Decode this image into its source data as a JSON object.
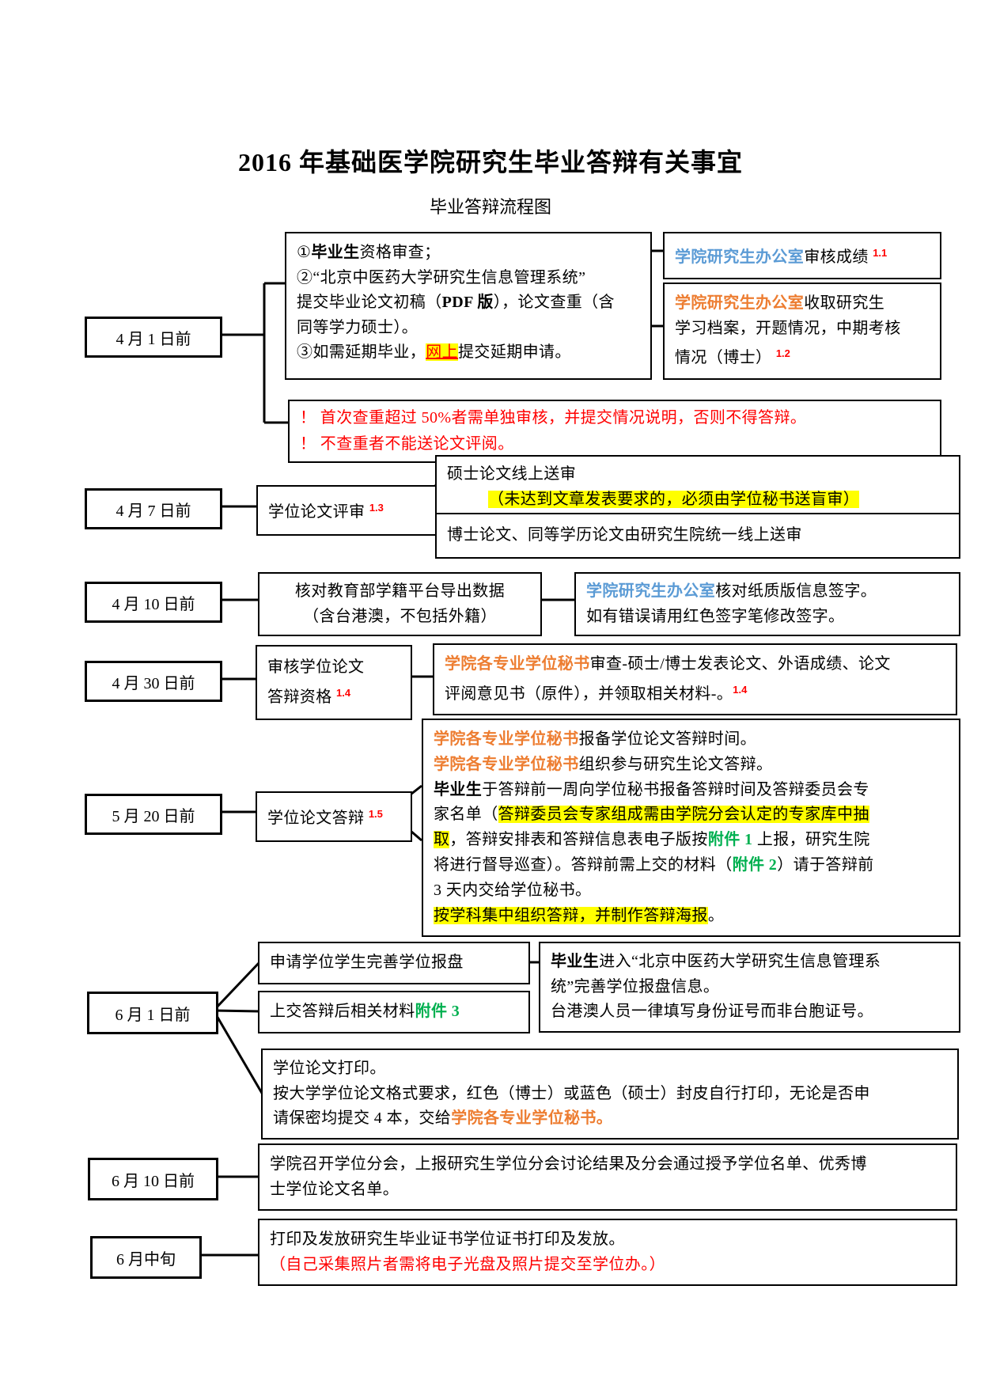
{
  "page": {
    "title": "2016 年基础医学院研究生毕业答辩有关事宜",
    "subtitle": "毕业答辩流程图"
  },
  "colors": {
    "accent_blue": "#5B9BD5",
    "accent_orange": "#ED7D31",
    "warning_red": "#FF0000",
    "attachment_green": "#00B050",
    "highlight_yellow": "#FFFF00"
  },
  "dates": {
    "d1": "4 月 1 日前",
    "d2": "4 月 7 日前",
    "d3": "4 月 10 日前",
    "d4": "4 月 30 日前",
    "d5": "5 月 20 日前",
    "d6": "6 月 1 日前",
    "d7": "6 月 10 日前",
    "d8": "6 月中旬"
  },
  "boxes": {
    "step1": {
      "lines": [
        [
          {
            "t": "①"
          },
          {
            "t": "毕业生",
            "s": "b"
          },
          {
            "t": "资格审查；"
          }
        ],
        [
          {
            "t": "②“北京中医药大学研究生信息管理系统”"
          }
        ],
        [
          {
            "t": "提交毕业论文初稿（"
          },
          {
            "t": "PDF 版",
            "s": "b"
          },
          {
            "t": "），论文查重（含"
          }
        ],
        [
          {
            "t": "同等学力硕士）。"
          }
        ],
        [
          {
            "t": "③如需延期毕业，"
          },
          {
            "t": "网上",
            "s": "hlred"
          },
          {
            "t": "提交延期申请。"
          }
        ]
      ]
    },
    "office_grade": {
      "lines": [
        [
          {
            "t": "学院研究生办公室",
            "s": "blue"
          },
          {
            "t": "审核成绩 "
          },
          {
            "t": "1.1",
            "s": "sup"
          }
        ]
      ]
    },
    "office_archive": {
      "lines": [
        [
          {
            "t": "学院研究生办公室",
            "s": "orange"
          },
          {
            "t": "收取研究生"
          }
        ],
        [
          {
            "t": "学习档案，开题情况，中期考核"
          }
        ],
        [
          {
            "t": "情况（博士） "
          },
          {
            "t": "1.2",
            "s": "sup"
          }
        ]
      ]
    },
    "warning": {
      "lines": [
        [
          {
            "t": "！ 首次查重超过 50%者需单独审核，并提交情况说明，否则不得答辩。",
            "s": "red"
          }
        ],
        [
          {
            "t": "！ 不查重者不能送论文评阅。",
            "s": "red"
          }
        ]
      ]
    },
    "thesis_review": {
      "lines": [
        [
          {
            "t": "学位论文评审 "
          },
          {
            "t": "1.3",
            "s": "sup"
          }
        ]
      ]
    },
    "master_review": {
      "lines": [
        [
          {
            "t": "硕士论文线上送审"
          }
        ],
        [
          {
            "t": "（未达到文章发表要求的，必须由学位秘书送盲审）",
            "s": "hl"
          }
        ]
      ]
    },
    "doctor_review": {
      "lines": [
        [
          {
            "t": "博士论文、同等学历论文由研究生院统一线上送审"
          }
        ]
      ]
    },
    "check_data": {
      "lines": [
        [
          {
            "t": "核对教育部学籍平台导出数据"
          }
        ],
        [
          {
            "t": "（含台港澳，不包括外籍）"
          }
        ]
      ]
    },
    "check_sign": {
      "lines": [
        [
          {
            "t": "学院研究生办公室",
            "s": "blue"
          },
          {
            "t": "核对纸质版信息签字。"
          }
        ],
        [
          {
            "t": "如有错误请用红色签字笔修改签字。"
          }
        ]
      ]
    },
    "qualification": {
      "lines": [
        [
          {
            "t": "审核学位论文"
          }
        ],
        [
          {
            "t": "答辩资格 "
          },
          {
            "t": "1.4",
            "s": "sup"
          }
        ]
      ]
    },
    "secretary_check": {
      "lines": [
        [
          {
            "t": "学院各专业学位秘书",
            "s": "orange"
          },
          {
            "t": "审查-硕士/博士发表论文、外语成绩、论文"
          }
        ],
        [
          {
            "t": "评阅意见书（原件），并领取相关材料-。"
          },
          {
            "t": "1.4",
            "s": "sup"
          }
        ]
      ]
    },
    "defense": {
      "lines": [
        [
          {
            "t": "学位论文答辩 "
          },
          {
            "t": "1.5",
            "s": "sup"
          }
        ]
      ]
    },
    "defense_detail": {
      "lines": [
        [
          {
            "t": "学院各专业学位秘书",
            "s": "orange"
          },
          {
            "t": "报备学位论文答辩时间。"
          }
        ],
        [
          {
            "t": "学院各专业学位秘书",
            "s": "orange"
          },
          {
            "t": "组织参与研究生论文答辩。"
          }
        ],
        [
          {
            "t": "毕业生",
            "s": "b"
          },
          {
            "t": "于答辩前一周向学位秘书报备答辩时间及答辩委员会专"
          }
        ],
        [
          {
            "t": "家名单（"
          },
          {
            "t": "答辩委员会专家组成需由学院分会认定的专家库中抽",
            "s": "hl"
          }
        ],
        [
          {
            "t": "取",
            "s": "hl"
          },
          {
            "t": "，答辩安排表和答辩信息表电子版按"
          },
          {
            "t": "附件 1",
            "s": "green"
          },
          {
            "t": " 上报，研究生院"
          }
        ],
        [
          {
            "t": "将进行督导巡查）。答辩前需上交的材料（"
          },
          {
            "t": "附件 2",
            "s": "green"
          },
          {
            "t": "）请于答辩前"
          }
        ],
        [
          {
            "t": "3 天内交给学位秘书。"
          }
        ],
        [
          {
            "t": "按学科集中组织答辩，并制作答辩海报",
            "s": "hl"
          },
          {
            "t": "。"
          }
        ]
      ]
    },
    "degree_disk": {
      "lines": [
        [
          {
            "t": "申请学位学生完善学位报盘"
          }
        ]
      ]
    },
    "post_materials": {
      "lines": [
        [
          {
            "t": "上交答辩后相关材料"
          },
          {
            "t": "附件 3",
            "s": "green"
          }
        ]
      ]
    },
    "student_info": {
      "lines": [
        [
          {
            "t": "毕业生",
            "s": "b"
          },
          {
            "t": "进入“北京中医药大学研究生信息管理系"
          }
        ],
        [
          {
            "t": "统”完善学位报盘信息。"
          }
        ],
        [
          {
            "t": "台港澳人员一律填写身份证号而非台胞证号。"
          }
        ]
      ]
    },
    "thesis_print": {
      "lines": [
        [
          {
            "t": "学位论文打印。"
          }
        ],
        [
          {
            "t": "按大学学位论文格式要求，红色（博士）或蓝色（硕士）封皮自行打印，无论是否申"
          }
        ],
        [
          {
            "t": "请保密均提交 4 本，交给"
          },
          {
            "t": "学院各专业学位秘书。",
            "s": "orange"
          }
        ]
      ]
    },
    "degree_committee": {
      "lines": [
        [
          {
            "t": "学院召开学位分会，上报研究生学位分会讨论结果及分会通过授予学位名单、优秀博"
          }
        ],
        [
          {
            "t": "士学位论文名单。"
          }
        ]
      ]
    },
    "certificates": {
      "lines": [
        [
          {
            "t": "打印及发放研究生毕业证书学位证书打印及发放。"
          }
        ],
        [
          {
            "t": "（自己采集照片者需将电子光盘及照片提交至学位办。）",
            "s": "red"
          }
        ]
      ]
    }
  }
}
